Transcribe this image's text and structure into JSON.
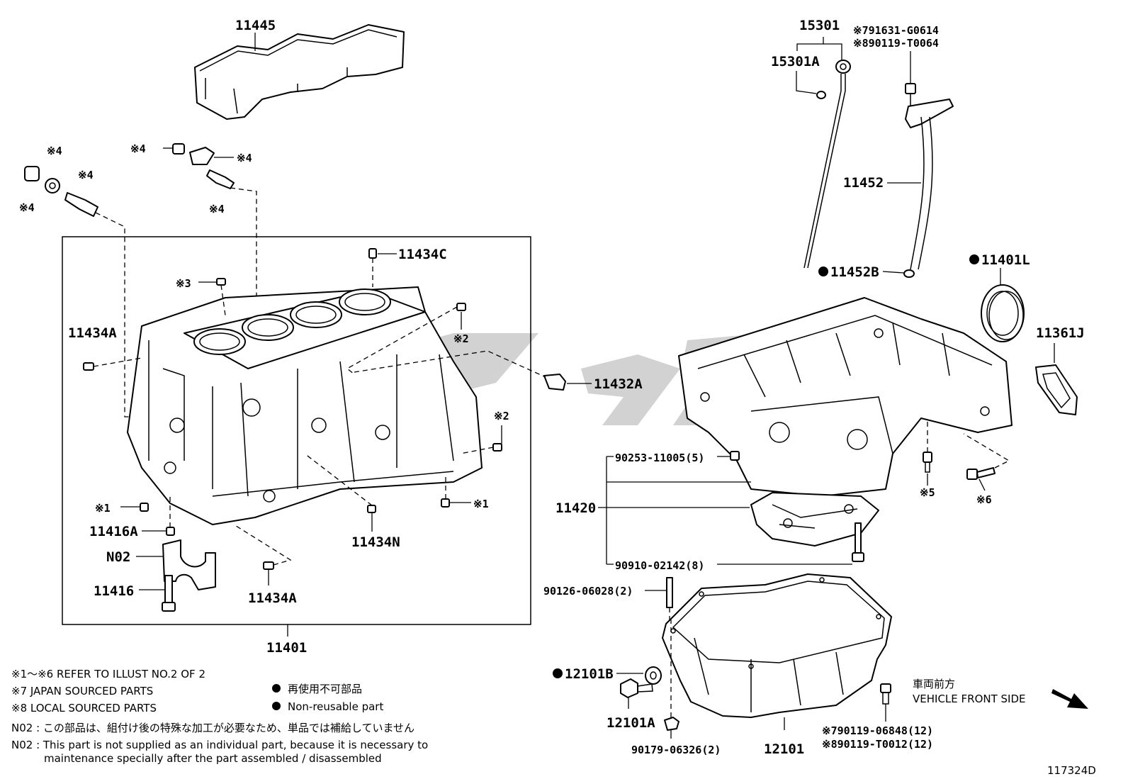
{
  "diagram_id": "117324D",
  "labels": {
    "p11445": "11445",
    "p15301": "15301",
    "p15301A": "15301A",
    "p791631": "※791631-G0614",
    "p890119t": "※890119-T0064",
    "p11452": "11452",
    "p11452B": "11452B",
    "p11401L": "11401L",
    "p11361J": "11361J",
    "p11434C": "11434C",
    "p11434A_left": "11434A",
    "p11434A_bottom": "11434A",
    "p11432A": "11432A",
    "p11434N": "11434N",
    "p11416A": "11416A",
    "pN02": "N02",
    "p11416": "11416",
    "p11401": "11401",
    "p11420": "11420",
    "p90253": "90253-11005(5)",
    "p90910": "90910-02142(8)",
    "p90126": "90126-06028(2)",
    "p12101B": "12101B",
    "p12101A": "12101A",
    "p90179": "90179-06326(2)",
    "p12101": "12101",
    "p790119": "※790119-06848(12)",
    "p890119": "※890119-T0012(12)",
    "m4a": "※4",
    "m4b": "※4",
    "m4c": "※4",
    "m4d": "※4",
    "m4e": "※4",
    "m4f": "※4",
    "m3": "※3",
    "m2a": "※2",
    "m2b": "※2",
    "m1a": "※1",
    "m1b": "※1",
    "m5": "※5",
    "m6": "※6"
  },
  "legend": {
    "line1": "※1～※6  REFER TO ILLUST NO.2 OF 2",
    "line2": "※7  JAPAN SOURCED PARTS",
    "line3": "※8  LOCAL SOURCED PARTS",
    "jp_nonreuse": "再使用不可部品",
    "en_nonreuse": "Non-reusable part",
    "n02_jp": "N02 : この部品は、組付け後の特殊な加工が必要なため、単品では補給していません",
    "n02_en1": "N02 : This part is not supplied as an individual part, because it is necessary to",
    "n02_en2": "maintenance specially after the part assembled / disassembled"
  },
  "direction": {
    "jp": "車両前方",
    "en": "VEHICLE FRONT SIDE"
  }
}
